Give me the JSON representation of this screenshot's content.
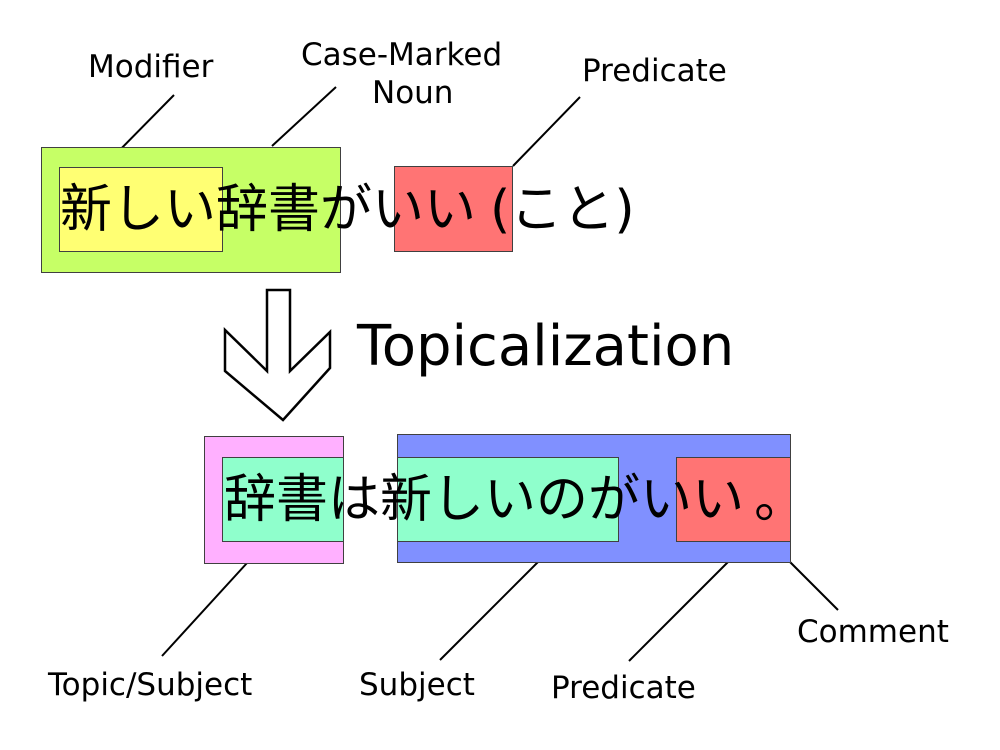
{
  "colors": {
    "case_marked_noun": "#c6ff66",
    "modifier": "#ffff73",
    "predicate": "#ff7474",
    "topic": "#ffb0ff",
    "subject": "#8fffcc",
    "comment": "#8090ff"
  },
  "top_sentence": {
    "modifier": "新しい",
    "noun": "辞書",
    "particle": "が",
    "predicate": "いい",
    "suffix": "(こと)"
  },
  "top_labels": {
    "modifier": "Modifier",
    "case_marked_noun_line1": "Case-Marked",
    "case_marked_noun_line2": "Noun",
    "predicate": "Predicate"
  },
  "transform": {
    "arrow_icon": "hollow-down-arrow",
    "label": "Topicalization"
  },
  "bottom_sentence": {
    "topic": "辞書",
    "topic_particle": "は",
    "subject": "新しいの",
    "particle": "が",
    "predicate": "いい",
    "period": "。"
  },
  "bottom_labels": {
    "topic_subject": "Topic/Subject",
    "subject": "Subject",
    "predicate": "Predicate",
    "comment": "Comment"
  }
}
